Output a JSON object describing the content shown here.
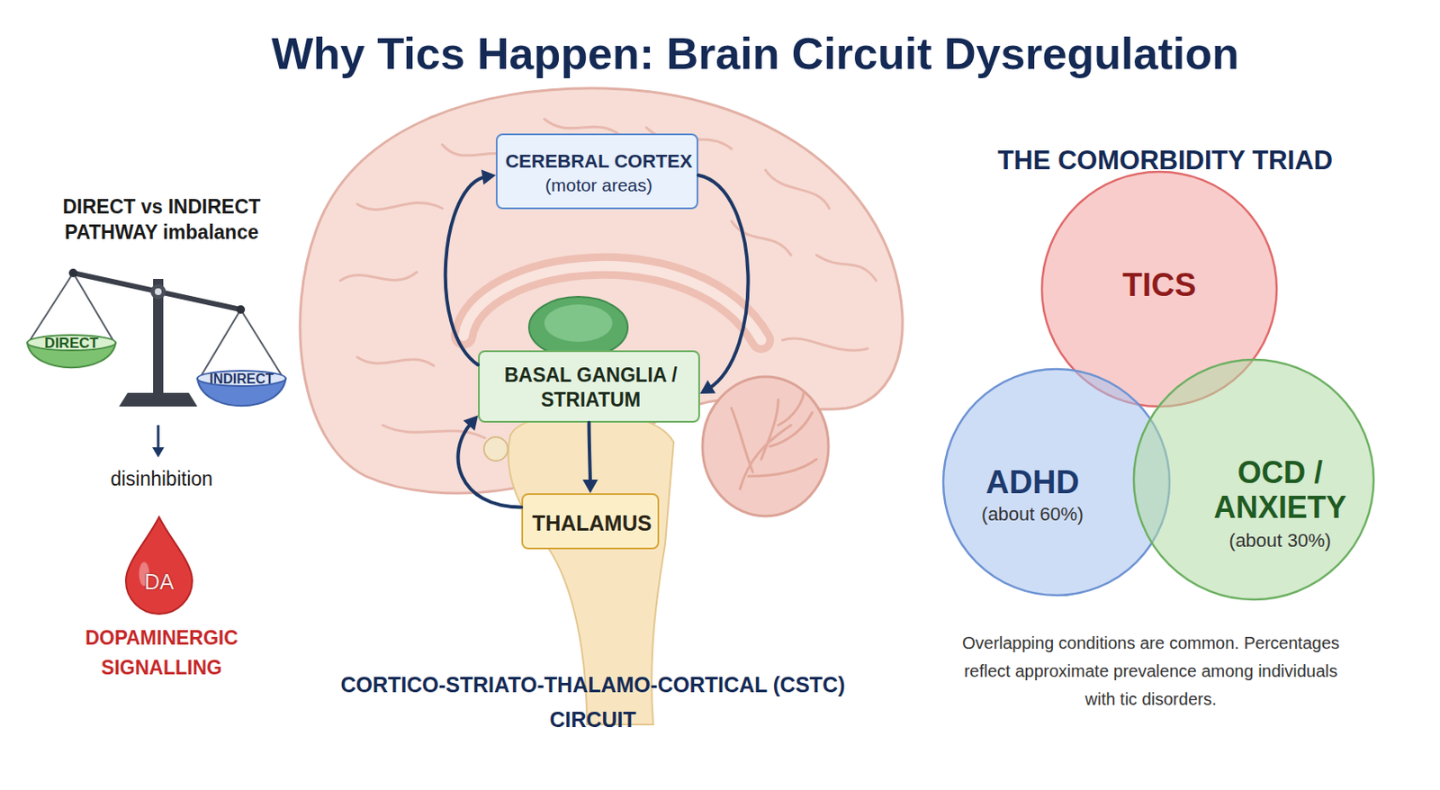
{
  "diagram": {
    "title": "Why Tics Happen: Brain Circuit Dysregulation",
    "nodes": [
      {
        "text": [
          "DIRECT"
        ]
      },
      {
        "text": [
          "INDIRECT"
        ]
      },
      {
        "text": [
          "DA"
        ]
      },
      {
        "text": [
          "CEREBRAL CORTEX",
          "(motor areas)"
        ]
      },
      {
        "text": [
          "BASAL GANGLIA / STRIATUM"
        ]
      },
      {
        "text": [
          "THALAMUS"
        ]
      },
      {
        "text": [
          "TICS"
        ]
      },
      {
        "text": [
          "ADHD",
          "(about 60%)"
        ]
      },
      {
        "text": [
          "OCD / ANXIETY",
          "(about 30%)"
        ]
      }
    ],
    "edges": [
      {
        "from": 3,
        "to": 4,
        "arrow": "to"
      },
      {
        "from": 4,
        "to": 5,
        "arrow": "to"
      },
      {
        "from": 5,
        "to": 4,
        "arrow": "to"
      },
      {
        "from": 4,
        "to": 3,
        "arrow": "to"
      }
    ],
    "labels": [
      "DIRECT vs INDIRECT PATHWAY imbalance",
      "disinhibition",
      "DOPAMINERGIC SIGNALLING",
      "CORTICO-STRIATO-THALAMO-CORTICAL (CSTC) CIRCUIT",
      "THE COMORBIDITY TRIAD",
      "Overlapping conditions are common. Percentages reflect approximate prevalence among individuals with tic disorders."
    ]
  }
}
